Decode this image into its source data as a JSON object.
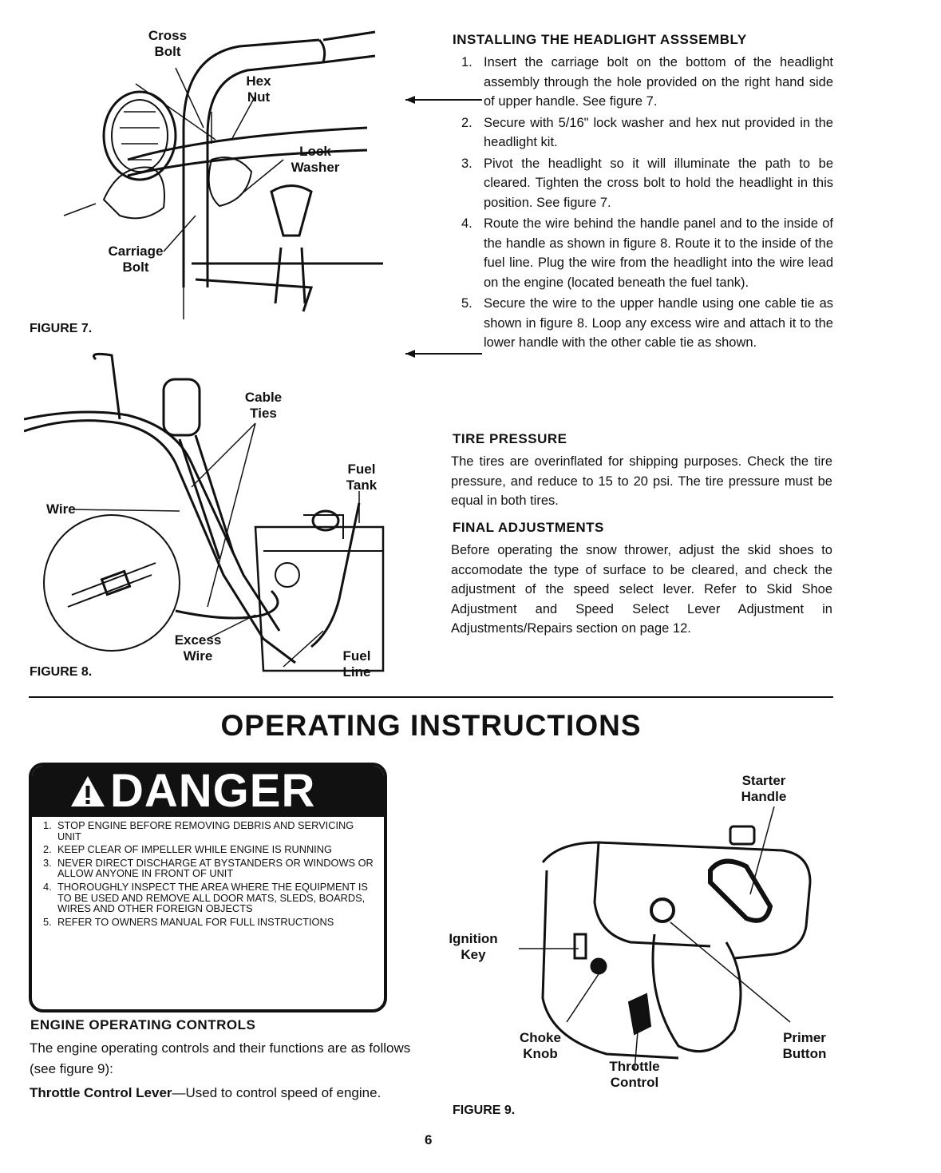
{
  "figure7": {
    "caption": "FIGURE 7.",
    "labels": {
      "cross_bolt": "Cross Bolt",
      "hex_nut": "Hex Nut",
      "lock_washer": "Lock Washer",
      "carriage_bolt": "Carriage Bolt"
    }
  },
  "figure8": {
    "caption": "FIGURE 8.",
    "labels": {
      "cable_ties": "Cable Ties",
      "fuel_tank": "Fuel Tank",
      "wire": "Wire",
      "excess_wire": "Excess Wire",
      "fuel_line": "Fuel Line"
    }
  },
  "headlight": {
    "title": "INSTALLING THE HEADLIGHT ASSSEMBLY",
    "steps": [
      {
        "num": "1.",
        "text": "Insert the carriage bolt on the bottom of the headlight assembly through the hole provided on the right hand side of upper handle. See figure 7."
      },
      {
        "num": "2.",
        "text": "Secure with 5/16\" lock washer and hex nut provided in the headlight kit."
      },
      {
        "num": "3.",
        "text": "Pivot the headlight so it will illuminate the path to be cleared. Tighten the cross bolt to hold the headlight in this position. See figure 7."
      },
      {
        "num": "4.",
        "text": "Route the wire behind the handle panel and to the inside of the handle as shown in figure 8. Route it to the inside of the fuel line. Plug the wire from the headlight into the wire lead on the engine (located beneath the fuel tank)."
      },
      {
        "num": "5.",
        "text": "Secure the wire to the upper handle using one cable tie as shown in figure 8. Loop any excess wire and attach it to the lower handle with the other cable tie as shown."
      }
    ]
  },
  "tire": {
    "title": "TIRE PRESSURE",
    "text": "The tires are overinflated for shipping purposes. Check the tire pressure, and reduce to 15 to 20 psi. The tire pressure must be equal in both tires."
  },
  "final": {
    "title": "FINAL ADJUSTMENTS",
    "text": "Before operating the snow thrower, adjust the skid shoes to accomodate the type of surface to be cleared, and check the adjustment of the speed select lever. Refer to Skid Shoe Adjustment and Speed Select Lever Adjustment in Adjustments/Repairs section on page 12."
  },
  "section_title": "OPERATING INSTRUCTIONS",
  "danger": {
    "title": "DANGER",
    "items": [
      {
        "num": "1.",
        "text": "STOP ENGINE BEFORE REMOVING DEBRIS AND SERVICING UNIT"
      },
      {
        "num": "2.",
        "text": "KEEP CLEAR OF IMPELLER WHILE ENGINE IS RUNNING"
      },
      {
        "num": "3.",
        "text": "NEVER DIRECT DISCHARGE AT BYSTANDERS OR WINDOWS OR ALLOW ANYONE IN FRONT OF UNIT"
      },
      {
        "num": "4.",
        "text": "THOROUGHLY INSPECT THE AREA WHERE THE EQUIPMENT IS TO BE USED AND REMOVE ALL DOOR MATS, SLEDS, BOARDS, WIRES AND OTHER FOREIGN OBJECTS"
      },
      {
        "num": "5.",
        "text": "REFER TO OWNERS MANUAL FOR FULL INSTRUCTIONS"
      }
    ]
  },
  "engine_controls": {
    "title": "ENGINE OPERATING CONTROLS",
    "intro": "The engine operating controls and their functions are as follows (see figure 9):",
    "throttle_term": "Throttle Control Lever",
    "throttle_desc": "—Used to control speed of engine."
  },
  "figure9": {
    "caption": "FIGURE 9.",
    "labels": {
      "starter_handle": "Starter Handle",
      "ignition_key": "Ignition Key",
      "choke_knob": "Choke Knob",
      "throttle_control": "Throttle Control",
      "primer_button": "Primer Button"
    }
  },
  "page_number": "6"
}
